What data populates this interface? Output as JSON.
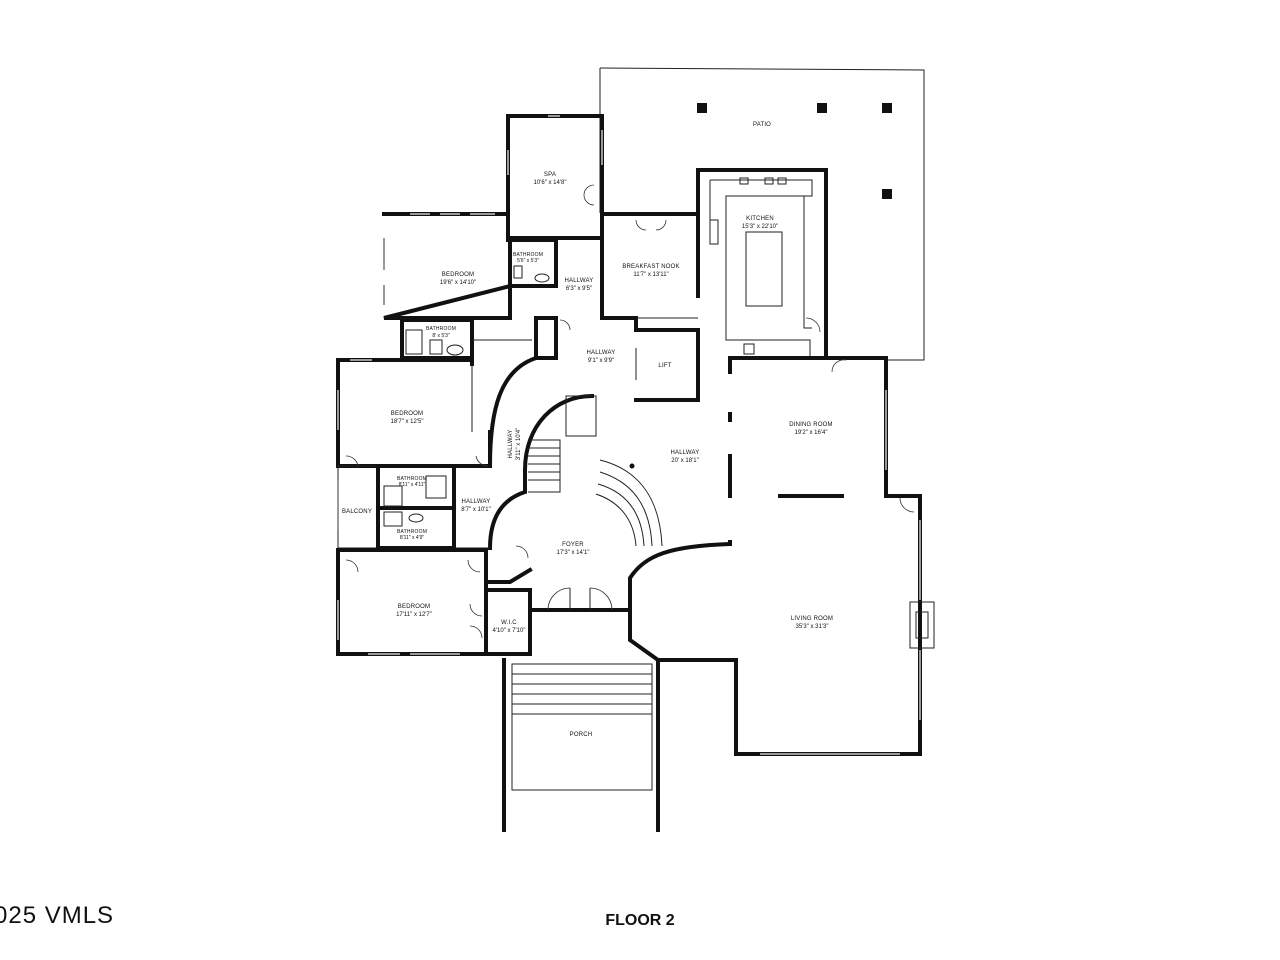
{
  "floor_title": "FLOOR 2",
  "watermark": "025 VMLS",
  "rooms": [
    {
      "id": "patio",
      "name": "PATIO",
      "dims": ""
    },
    {
      "id": "spa",
      "name": "SPA",
      "dims": "10'6\" x 14'8\""
    },
    {
      "id": "kitchen",
      "name": "KITCHEN",
      "dims": "15'3\" x 22'10\""
    },
    {
      "id": "bedroom-1",
      "name": "BEDROOM",
      "dims": "19'6\" x 14'10\""
    },
    {
      "id": "bathroom-1",
      "name": "BATHROOM",
      "dims": "5'6\" x 5'3\""
    },
    {
      "id": "hallway-1",
      "name": "HALLWAY",
      "dims": "6'3\" x 9'5\""
    },
    {
      "id": "breakfast-nook",
      "name": "BREAKFAST NOOK",
      "dims": "11'7\" x 13'11\""
    },
    {
      "id": "bathroom-2",
      "name": "BATHROOM",
      "dims": "8' x 5'3\""
    },
    {
      "id": "hallway-2",
      "name": "HALLWAY",
      "dims": "9'1\" x 9'9\""
    },
    {
      "id": "lift",
      "name": "LIFT",
      "dims": ""
    },
    {
      "id": "bedroom-2",
      "name": "BEDROOM",
      "dims": "18'7\" x 12'5\""
    },
    {
      "id": "hallway-3",
      "name": "HALLWAY",
      "dims": "3'11\" x 10'4\""
    },
    {
      "id": "hallway-4",
      "name": "HALLWAY",
      "dims": "20' x 18'1\""
    },
    {
      "id": "dining-room",
      "name": "DINING ROOM",
      "dims": "19'2\" x 16'4\""
    },
    {
      "id": "bathroom-3",
      "name": "BATHROOM",
      "dims": "8'11\" x 4'11\""
    },
    {
      "id": "balcony",
      "name": "BALCONY",
      "dims": ""
    },
    {
      "id": "hallway-5",
      "name": "HALLWAY",
      "dims": "8'7\" x 10'1\""
    },
    {
      "id": "bathroom-4",
      "name": "BATHROOM",
      "dims": "8'11\" x 4'9\""
    },
    {
      "id": "foyer",
      "name": "FOYER",
      "dims": "17'3\" x 14'1\""
    },
    {
      "id": "bedroom-3",
      "name": "BEDROOM",
      "dims": "17'11\" x 12'7\""
    },
    {
      "id": "wic",
      "name": "W.I.C",
      "dims": "4'10\" x 7'10\""
    },
    {
      "id": "living-room",
      "name": "LIVING ROOM",
      "dims": "35'3\" x 31'3\""
    },
    {
      "id": "porch",
      "name": "PORCH",
      "dims": ""
    }
  ]
}
